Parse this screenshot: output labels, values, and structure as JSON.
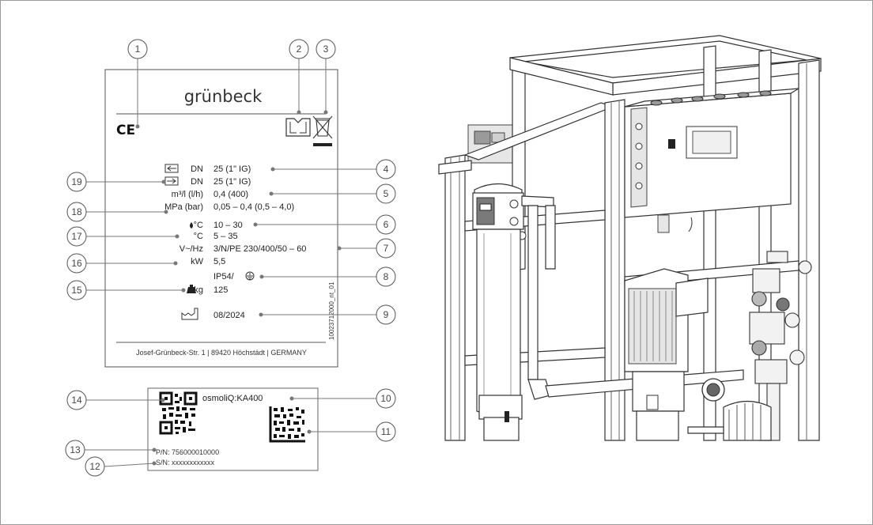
{
  "nameplate": {
    "brand": "grünbeck",
    "ce_mark": "CE",
    "address": "Josef-Grünbeck-Str. 1 | 89420 Höchstädt | GERMANY",
    "document_code": "10023712000_nt_01",
    "rows": [
      {
        "unit": "DN",
        "value": "25 (1\" IG)",
        "unit_icon": "inlet-arrow-icon"
      },
      {
        "unit": "DN",
        "value": "25 (1\" IG)",
        "unit_icon": "outlet-arrow-icon"
      },
      {
        "unit": "m³/l (l/h)",
        "value": "0,4 (400)"
      },
      {
        "unit": "MPa (bar)",
        "value": "0,05 – 0,4 (0,5 – 4,0)"
      },
      {
        "unit": "°C",
        "value": "10 – 30",
        "unit_icon": "water-drop-icon"
      },
      {
        "unit": "°C",
        "value": "5 – 35"
      },
      {
        "unit": "V~/Hz",
        "value": "3/N/PE 230/400/50 – 60"
      },
      {
        "unit": "kW",
        "value": "5,5"
      },
      {
        "unit": "",
        "value": "IP54/"
      },
      {
        "unit": "kg",
        "value": "125",
        "unit_icon": "weight-icon"
      },
      {
        "unit": "",
        "value": "08/2024",
        "unit_icon": "factory-icon"
      }
    ]
  },
  "product_label": {
    "model": "osmoliQ:KA400",
    "part_number": "P/N: 756000010000",
    "serial_number": "S/N: xxxxxxxxxxxx"
  },
  "callouts": [
    "1",
    "2",
    "3",
    "4",
    "5",
    "6",
    "7",
    "8",
    "9",
    "10",
    "11",
    "12",
    "13",
    "14",
    "15",
    "16",
    "17",
    "18",
    "19"
  ],
  "colors": {
    "line": "#777777",
    "text": "#222222",
    "frame": "#9a9a9a"
  }
}
